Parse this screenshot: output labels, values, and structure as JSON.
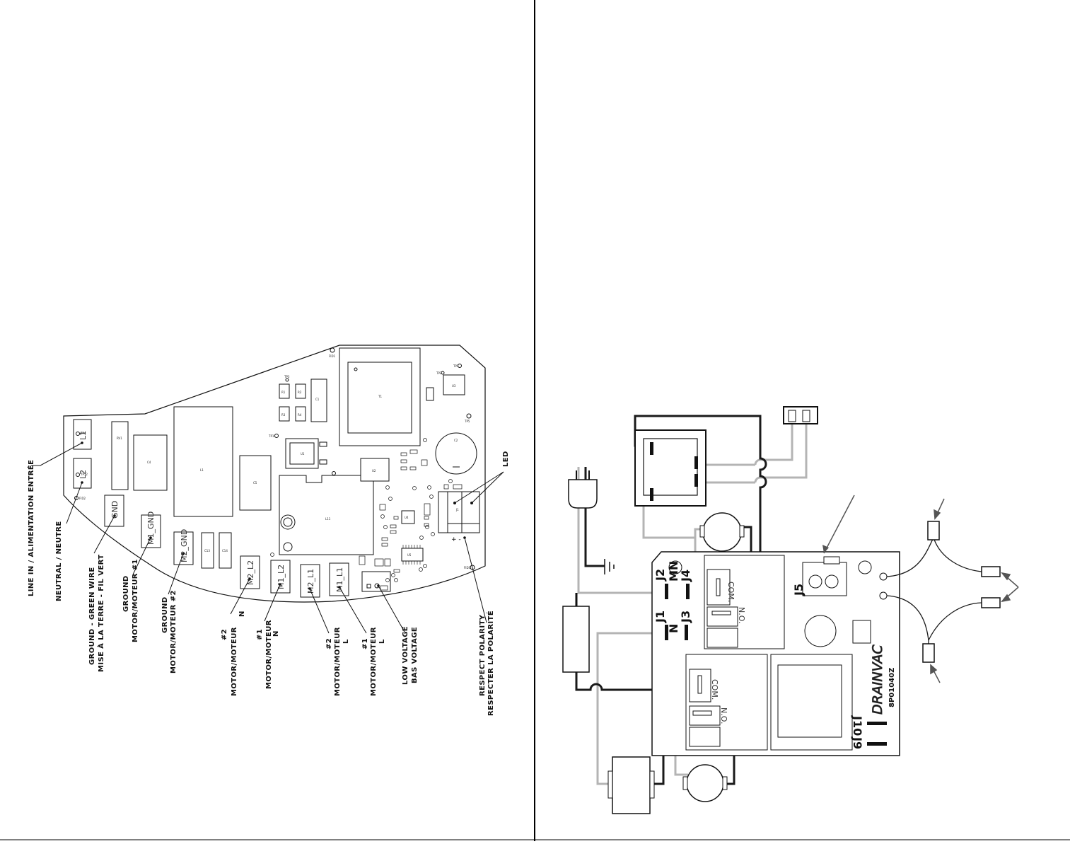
{
  "left_diagram": {
    "callouts": {
      "line_in": "LINE IN / ALIMENTATION ENTRÉE",
      "neutral": "NEUTRAL / NEUTRE",
      "ground_wire_1": "GROUND - GREEN WIRE",
      "ground_wire_2": "MISE À LA TERRE - FIL VERT",
      "ground_m1_1": "GROUND",
      "ground_m1_2": "MOTOR/MOTEUR #1",
      "ground_m2_1": "GROUND",
      "ground_m2_2": "MOTOR/MOTEUR #2",
      "m2n_1": "#2",
      "m2n_2": "N",
      "m2n_3": "MOTOR/MOTEUR",
      "m1n_1": "#1",
      "m1n_2": "N",
      "m1n_3": "MOTOR/MOTEUR",
      "m2l_1": "#2",
      "m2l_2": "L",
      "m2l_3": "MOTOR/MOTEUR",
      "m1l_1": "#1",
      "m1l_2": "L",
      "m1l_3": "MOTOR/MOTEUR",
      "low_voltage_1": "LOW VOLTAGE",
      "low_voltage_2": "BAS VOLTAGE",
      "polarity_1": "RESPECT POLARITY",
      "polarity_2": "RESPECTER LA POLARITÉ",
      "led": "LED"
    },
    "terminals": {
      "l1": "L1",
      "l2": "L2",
      "gnd": "GND",
      "m1_gnd": "M1_GND",
      "m2_gnd": "M2_GND",
      "m2_l2": "M2_L2",
      "m1_l2": "M1_L2",
      "m2_l1": "M2_L1",
      "m1_l1": "M1_L1"
    },
    "components": {
      "rv1": "RV1",
      "c4": "C4",
      "l1": "L1",
      "c5": "C5",
      "l11": "L11",
      "t1": "T1",
      "c2": "C2",
      "j1": "J1",
      "r1": "R1",
      "r2": "R2",
      "r3": "R3",
      "r4": "R4",
      "c1": "C1",
      "u1": "U1",
      "u2": "U2",
      "u3": "U3",
      "u4": "U4",
      "u5": "U5",
      "c13": "C13",
      "c14": "C14",
      "tp1": "TP1",
      "tp2": "TP2",
      "tp3": "TP3",
      "tp4": "TP4",
      "tp5": "TP5",
      "tp11": "TP11",
      "tp12": "TP12",
      "fid1": "FID1",
      "fid2": "FID2",
      "fid3": "FID3"
    },
    "polarity_marks": "+ -"
  },
  "right_diagram": {
    "labels": {
      "j1": "J1",
      "j2": "J2",
      "j3": "J3",
      "j4": "J4",
      "j5": "J5",
      "j9": "J9",
      "j10": "J10",
      "n": "N",
      "mn": "MN",
      "com_1": "COM.",
      "no_1": "N.O.",
      "com_2": "COM.",
      "no_2": "N.O.",
      "brand": "DRAINVAC",
      "part_no": "8P01040Z"
    }
  },
  "colors": {
    "black_wire": "#1a1a1a",
    "gray_wire": "#b4b4b4",
    "line": "#222222"
  }
}
